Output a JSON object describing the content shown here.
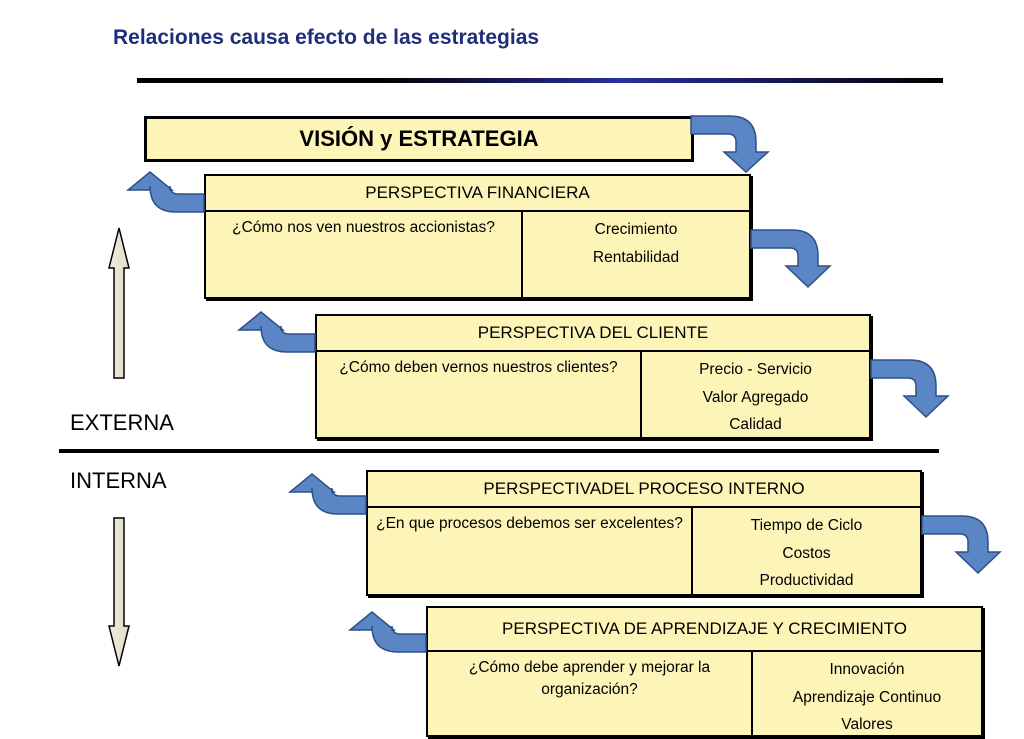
{
  "title": "Relaciones causa efecto de las estrategias",
  "vision": "VISIÓN y ESTRATEGIA",
  "labels": {
    "external": "EXTERNA",
    "internal": "INTERNA"
  },
  "perspectives": [
    {
      "title": "PERSPECTIVA FINANCIERA",
      "question": "¿Cómo nos ven nuestros accionistas?",
      "items": [
        "Crecimiento",
        "Rentabilidad"
      ]
    },
    {
      "title": "PERSPECTIVA DEL CLIENTE",
      "question": "¿Cómo deben vernos nuestros clientes?",
      "items": [
        "Precio - Servicio",
        "Valor Agregado",
        "Calidad"
      ]
    },
    {
      "title": "PERSPECTIVADEL PROCESO INTERNO",
      "question": "¿En que procesos debemos ser excelentes?",
      "items": [
        "Tiempo de Ciclo",
        "Costos",
        "Productividad"
      ]
    },
    {
      "title": "PERSPECTIVA DE APRENDIZAJE Y CRECIMIENTO",
      "question": "¿Cómo debe aprender y mejorar la organización?",
      "items": [
        "Innovación",
        "Aprendizaje Continuo",
        "Valores"
      ]
    }
  ],
  "colors": {
    "box_fill": "#fdf4b8",
    "arrow_fill": "#5b86c6",
    "title_color": "#1f2d7a"
  }
}
